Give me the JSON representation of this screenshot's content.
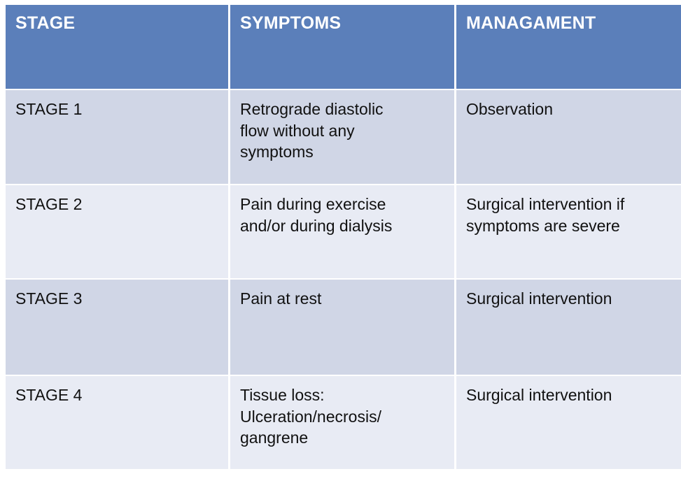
{
  "table": {
    "columns": [
      {
        "key": "stage",
        "label": "STAGE"
      },
      {
        "key": "symptoms",
        "label": "SYMPTOMS"
      },
      {
        "key": "management",
        "label": "MANAGAMENT"
      }
    ],
    "rows": [
      {
        "stage": "STAGE 1",
        "symptoms": "Retrograde diastolic\nflow without any\nsymptoms",
        "management": "Observation"
      },
      {
        "stage": "STAGE 2",
        "symptoms": "Pain during exercise\nand/or during dialysis",
        "management": "Surgical intervention if\nsymptoms are severe"
      },
      {
        "stage": "STAGE 3",
        "symptoms": "Pain at rest",
        "management": "Surgical intervention"
      },
      {
        "stage": "STAGE 4",
        "symptoms": "Tissue loss:\nUlceration/necrosis/\ngangrene",
        "management": "Surgical intervention"
      }
    ]
  },
  "colors": {
    "header_background": "#5b7fba",
    "header_text": "#ffffff",
    "row_dark_background": "#d0d6e6",
    "row_light_background": "#e8ebf4",
    "body_text": "#111111",
    "page_background": "#ffffff"
  }
}
